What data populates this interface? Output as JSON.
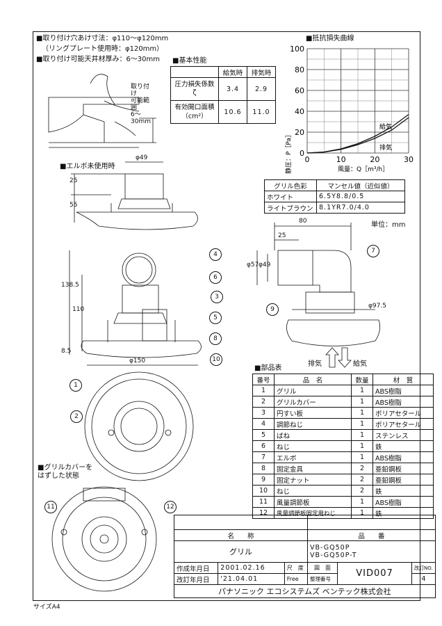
{
  "specs": {
    "line1": "■取り付け穴あけ寸法：φ110～φ120mm",
    "line2": "（リングプレート使用時：φ120mm）",
    "line3": "■取り付け可能天井材厚み：6～30mm"
  },
  "basic": {
    "title": "■基本性能",
    "col_intake": "給気時",
    "col_exhaust": "排気時",
    "row1_label": "圧力損失係数ζ",
    "row1_intake": "3.4",
    "row1_exhaust": "2.9",
    "row2_label1": "有効開口面積",
    "row2_label2": "（cm²）",
    "row2_intake": "10.6",
    "row2_exhaust": "11.0"
  },
  "curve": {
    "title": "■抵抗損失曲線",
    "ylabel": "静圧：P［Pa］",
    "xlabel": "風量：Q［m³/h］",
    "yticks": [
      "100",
      "80",
      "60",
      "40",
      "20",
      "0"
    ],
    "xticks": [
      "0",
      "10",
      "20",
      "30"
    ],
    "label_intake": "給気",
    "label_exhaust": "排気"
  },
  "chart_data": {
    "type": "line",
    "title": "抵抗損失曲線",
    "xlabel": "風量：Q［m³/h］",
    "ylabel": "静圧：P［Pa］",
    "xlim": [
      0,
      30
    ],
    "ylim": [
      0,
      100
    ],
    "series": [
      {
        "name": "給気",
        "x": [
          0,
          5,
          10,
          15,
          20,
          25,
          30
        ],
        "y": [
          0,
          1,
          4,
          9,
          16,
          25,
          37
        ]
      },
      {
        "name": "排気",
        "x": [
          0,
          5,
          10,
          15,
          20,
          25,
          30
        ],
        "y": [
          0,
          0.9,
          3.5,
          8,
          14,
          22,
          34
        ]
      }
    ]
  },
  "color_table": {
    "h1": "グリル色彩",
    "h2": "マンセル値（近似値）",
    "r1c1": "ホワイト",
    "r1c2": "6.5Y8.8/0.5",
    "r2c1": "ライトブラウン",
    "r2c2": "8.1YR7.0/4.0"
  },
  "unit": "単位：mm",
  "views": {
    "install_label": "取り付け\n可能範囲\n6～30mm",
    "elbow_unused": "■エルボ未使用時",
    "grill_removed": "■グリルカバーを\nはずした状態"
  },
  "dims": {
    "d49": "φ49",
    "d25": "25",
    "d55": "55",
    "d138": "138.5",
    "d110": "110",
    "d85": "8.5",
    "d150": "φ150",
    "d80": "80",
    "d25b": "25",
    "d57": "φ57",
    "d49b": "φ49",
    "d975": "φ97.5"
  },
  "flow": {
    "exhaust": "排気",
    "intake": "給気"
  },
  "callouts": [
    "1",
    "2",
    "3",
    "4",
    "5",
    "6",
    "7",
    "8",
    "9",
    "10",
    "11",
    "12"
  ],
  "parts": {
    "title": "■部品表",
    "h_no": "番号",
    "h_name": "品　名",
    "h_qty": "数量",
    "h_mat": "材　質",
    "rows": [
      {
        "no": "1",
        "name": "グリル",
        "qty": "1",
        "mat": "ABS樹脂"
      },
      {
        "no": "2",
        "name": "グリルカバー",
        "qty": "1",
        "mat": "ABS樹脂"
      },
      {
        "no": "3",
        "name": "円すい板",
        "qty": "1",
        "mat": "ポリアセタール"
      },
      {
        "no": "4",
        "name": "調節ねじ",
        "qty": "1",
        "mat": "ポリアセタール"
      },
      {
        "no": "5",
        "name": "ばね",
        "qty": "1",
        "mat": "ステンレス"
      },
      {
        "no": "6",
        "name": "ねじ",
        "qty": "1",
        "mat": "鉄"
      },
      {
        "no": "7",
        "name": "エルボ",
        "qty": "1",
        "mat": "ABS樹脂"
      },
      {
        "no": "8",
        "name": "固定金具",
        "qty": "2",
        "mat": "亜鉛鋼板"
      },
      {
        "no": "9",
        "name": "固定ナット",
        "qty": "2",
        "mat": "亜鉛鋼板"
      },
      {
        "no": "10",
        "name": "ねじ",
        "qty": "2",
        "mat": "鉄"
      },
      {
        "no": "11",
        "name": "風量調節板",
        "qty": "1",
        "mat": "ABS樹脂"
      },
      {
        "no": "12",
        "name": "風量調節板固定用ねじ",
        "qty": "1",
        "mat": "鉄"
      }
    ]
  },
  "titleblock": {
    "h_name": "名　　称",
    "h_number": "品　　番",
    "name": "グリル",
    "number1": "VB-GQ50P",
    "number2": "VB-GQ50P-T",
    "created_label": "作成年月日",
    "created": "2001.02.16",
    "scale_label": "尺　度",
    "scale": "Free",
    "drawing_label": "図　面",
    "revised_label": "改訂年月日",
    "revised": "'21.04.01",
    "ref_label": "整理番号",
    "ref": "VID007",
    "rev_label": "改訂NO.",
    "rev": "4",
    "company": "パナソニック エコシステムズ ベンテック株式会社"
  },
  "size": "サイズA4"
}
